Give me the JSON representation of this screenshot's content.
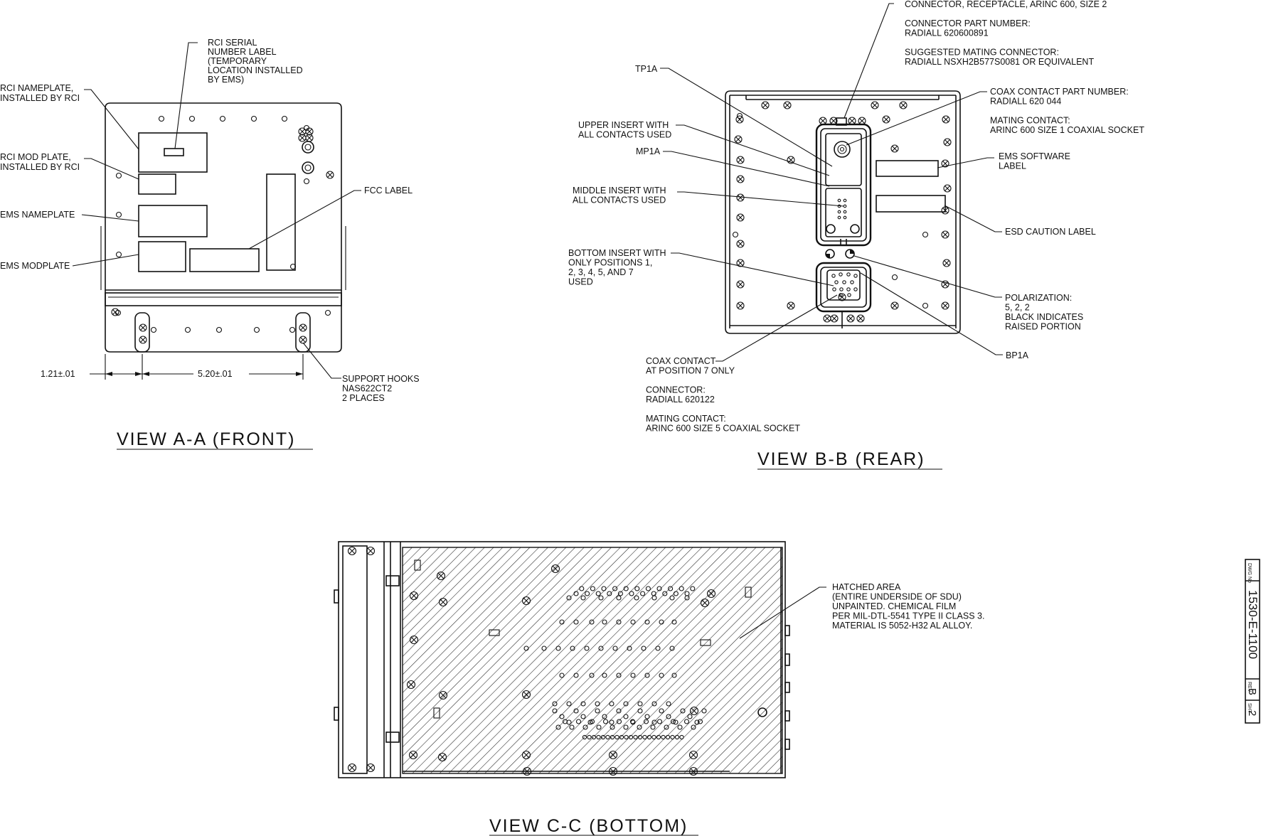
{
  "view_a": {
    "title": "VIEW A-A (FRONT)",
    "callouts": {
      "serial_label": [
        "RCI SERIAL",
        "NUMBER LABEL",
        "(TEMPORARY",
        "LOCATION INSTALLED",
        "BY EMS)"
      ],
      "rci_nameplate": [
        "RCI NAMEPLATE,",
        "INSTALLED BY RCI"
      ],
      "rci_mod_plate": [
        "RCI MOD PLATE,",
        "INSTALLED BY RCI"
      ],
      "ems_nameplate": [
        "EMS NAMEPLATE"
      ],
      "ems_modplate": [
        "EMS MODPLATE"
      ],
      "fcc_label": [
        "FCC LABEL"
      ],
      "support_hooks": [
        "SUPPORT HOOKS",
        "NAS622CT2",
        "2 PLACES"
      ]
    },
    "dim_left": "1.21±.01",
    "dim_mid": "5.20±.01"
  },
  "view_b": {
    "title": "VIEW B-B (REAR)",
    "callouts": {
      "connector": [
        "CONNECTOR, RECEPTACLE, ARINC 600, SIZE 2",
        "",
        "CONNECTOR PART NUMBER:",
        "RADIALL 620600891",
        "",
        "SUGGESTED MATING CONNECTOR:",
        "RADIALL NSXH2B577S0081 OR EQUIVALENT"
      ],
      "tp1a": [
        "TP1A"
      ],
      "upper_insert": [
        "UPPER INSERT WITH",
        "ALL CONTACTS USED"
      ],
      "mp1a": [
        "MP1A"
      ],
      "middle_insert": [
        "MIDDLE INSERT WITH",
        "ALL CONTACTS USED"
      ],
      "bottom_insert": [
        "BOTTOM INSERT WITH",
        "ONLY POSITIONS 1,",
        "2, 3, 4, 5, AND 7",
        "USED"
      ],
      "coax_part": [
        "COAX CONTACT PART NUMBER:",
        "RADIALL 620 044",
        "",
        "MATING CONTACT:",
        "ARINC 600 SIZE 1 COAXIAL SOCKET"
      ],
      "ems_software": [
        "EMS SOFTWARE",
        "LABEL"
      ],
      "esd_caution": [
        "ESD CAUTION LABEL"
      ],
      "polarization": [
        "POLARIZATION:",
        "5, 2, 2",
        "BLACK INDICATES",
        "RAISED PORTION"
      ],
      "bp1a": [
        "BP1A"
      ],
      "coax_contact": [
        "COAX CONTACT",
        "AT POSITION 7 ONLY",
        "",
        "CONNECTOR:",
        "RADIALL 620122",
        "",
        "MATING CONTACT:",
        "ARINC 600 SIZE 5 COAXIAL SOCKET"
      ]
    }
  },
  "view_c": {
    "title": "VIEW C-C (BOTTOM)",
    "callouts": {
      "hatched": [
        "HATCHED AREA",
        "(ENTIRE UNDERSIDE OF SDU)",
        "UNPAINTED. CHEMICAL FILM",
        "PER MIL-DTL-5541 TYPE II CLASS 3.",
        "MATERIAL IS 5052-H32 AL ALLOY."
      ]
    }
  },
  "title_block": {
    "dwg_label": "DWG No",
    "dwg_no": "1530-E-1100",
    "rev_label": "REV",
    "rev": "B",
    "sht_label": "SHT",
    "sht": "2"
  }
}
